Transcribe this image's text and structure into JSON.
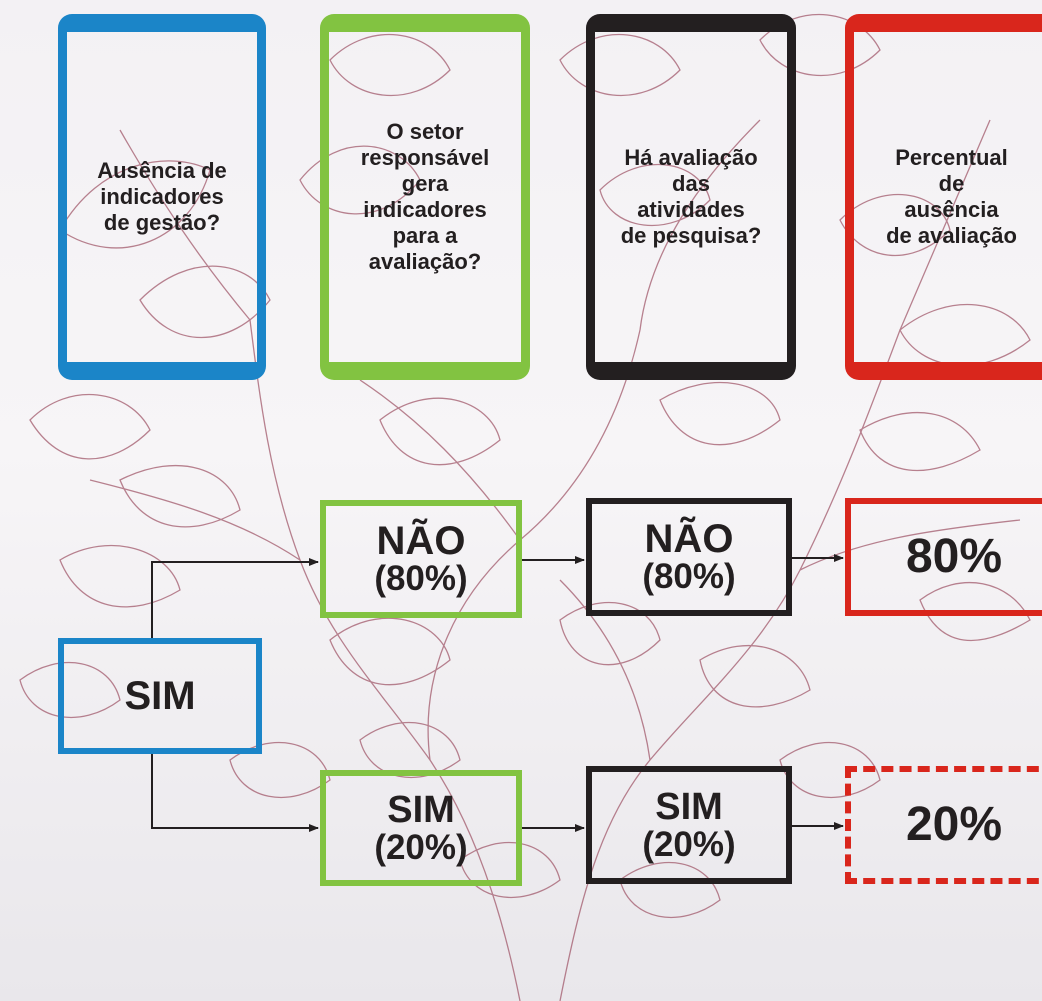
{
  "colors": {
    "blue": "#1b85c8",
    "green": "#82c341",
    "black": "#231f20",
    "red": "#d9261c",
    "background_motif": "#a25a6c"
  },
  "headers": [
    {
      "text": "Ausência de\nindicadores\nde gestão?",
      "color": "blue"
    },
    {
      "text": "O setor\nresponsável\ngera\nindicadores\npara a\navaliação?",
      "color": "green"
    },
    {
      "text": "Há avaliação\ndas\natividades\nde pesquisa?",
      "color": "black"
    },
    {
      "text": "Percentual\nde\nausência\nde avaliação",
      "color": "red"
    }
  ],
  "start": {
    "label": "SIM"
  },
  "branch_no": {
    "setor": {
      "label": "NÃO",
      "pct": "(80%)"
    },
    "avaliacao": {
      "label": "NÃO",
      "pct": "(80%)"
    },
    "result": "80%"
  },
  "branch_yes": {
    "setor": {
      "label": "SIM",
      "pct": "(20%)"
    },
    "avaliacao": {
      "label": "SIM",
      "pct": "(20%)"
    },
    "result": "20%"
  }
}
